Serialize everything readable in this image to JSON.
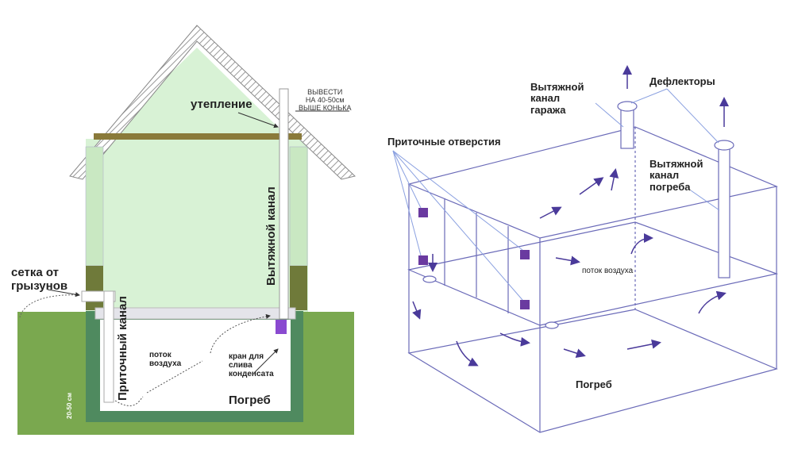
{
  "left_diagram": {
    "insulation": "утепление",
    "chimney_note": [
      "ВЫВЕСТИ",
      "НА 40-50см",
      "ВЫШЕ КОНЬКА"
    ],
    "exhaust_channel": "Вытяжной канал",
    "rodent_mesh": [
      "сетка от",
      "грызунов"
    ],
    "supply_channel": "Приточный канал",
    "air_flow": [
      "поток",
      "воздуха"
    ],
    "drain_valve": [
      "кран для",
      "слива",
      "конденсата"
    ],
    "cellar": "Погреб",
    "height_note": "20-50 см"
  },
  "right_diagram": {
    "garage_exhaust": [
      "Вытяжной",
      "канал",
      "гаража"
    ],
    "deflectors": "Дефлекторы",
    "supply_openings": "Приточные отверстия",
    "cellar_exhaust": [
      "Вытяжной",
      "канал",
      "погреба"
    ],
    "air_flow": "поток воздуха",
    "cellar": "Погреб"
  },
  "colors": {
    "wall_green": "#d8f2d5",
    "ground": "#7aa84f",
    "lines": "#5a5aa8",
    "vent": "#6a3aa0"
  }
}
